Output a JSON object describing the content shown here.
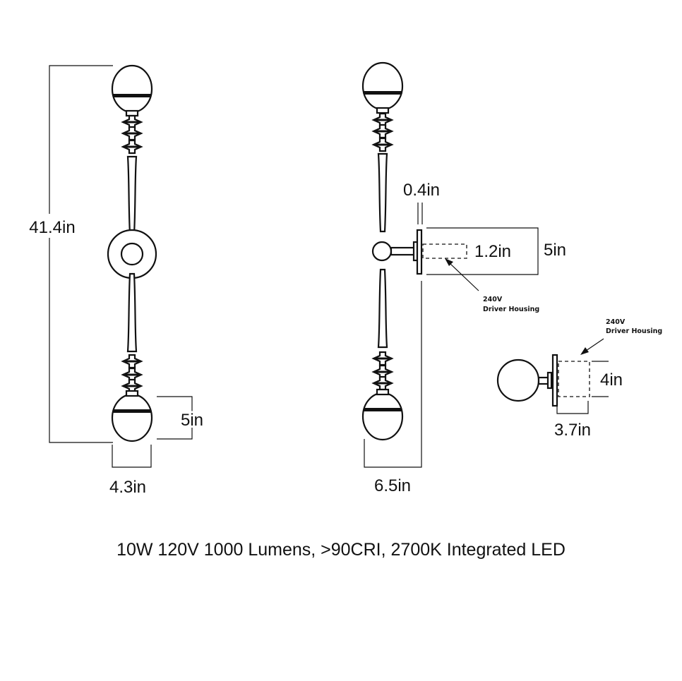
{
  "front_view": {
    "height_label": "41.4in",
    "shade_height_label": "5in",
    "shade_width_label": "4.3in"
  },
  "side_view": {
    "backplate_thickness_label": "0.4in",
    "housing_label": "1.2in",
    "extension_label": "5in",
    "width_label": "6.5in",
    "driver_note_line1": "240V",
    "driver_note_line2": "Driver Housing"
  },
  "detail_view": {
    "driver_note_line1": "240V",
    "driver_note_line2": "Driver Housing",
    "housing_height_label": "4in",
    "housing_depth_label": "3.7in"
  },
  "spec": "10W 120V 1000 Lumens, >90CRI, 2700K Integrated LED"
}
